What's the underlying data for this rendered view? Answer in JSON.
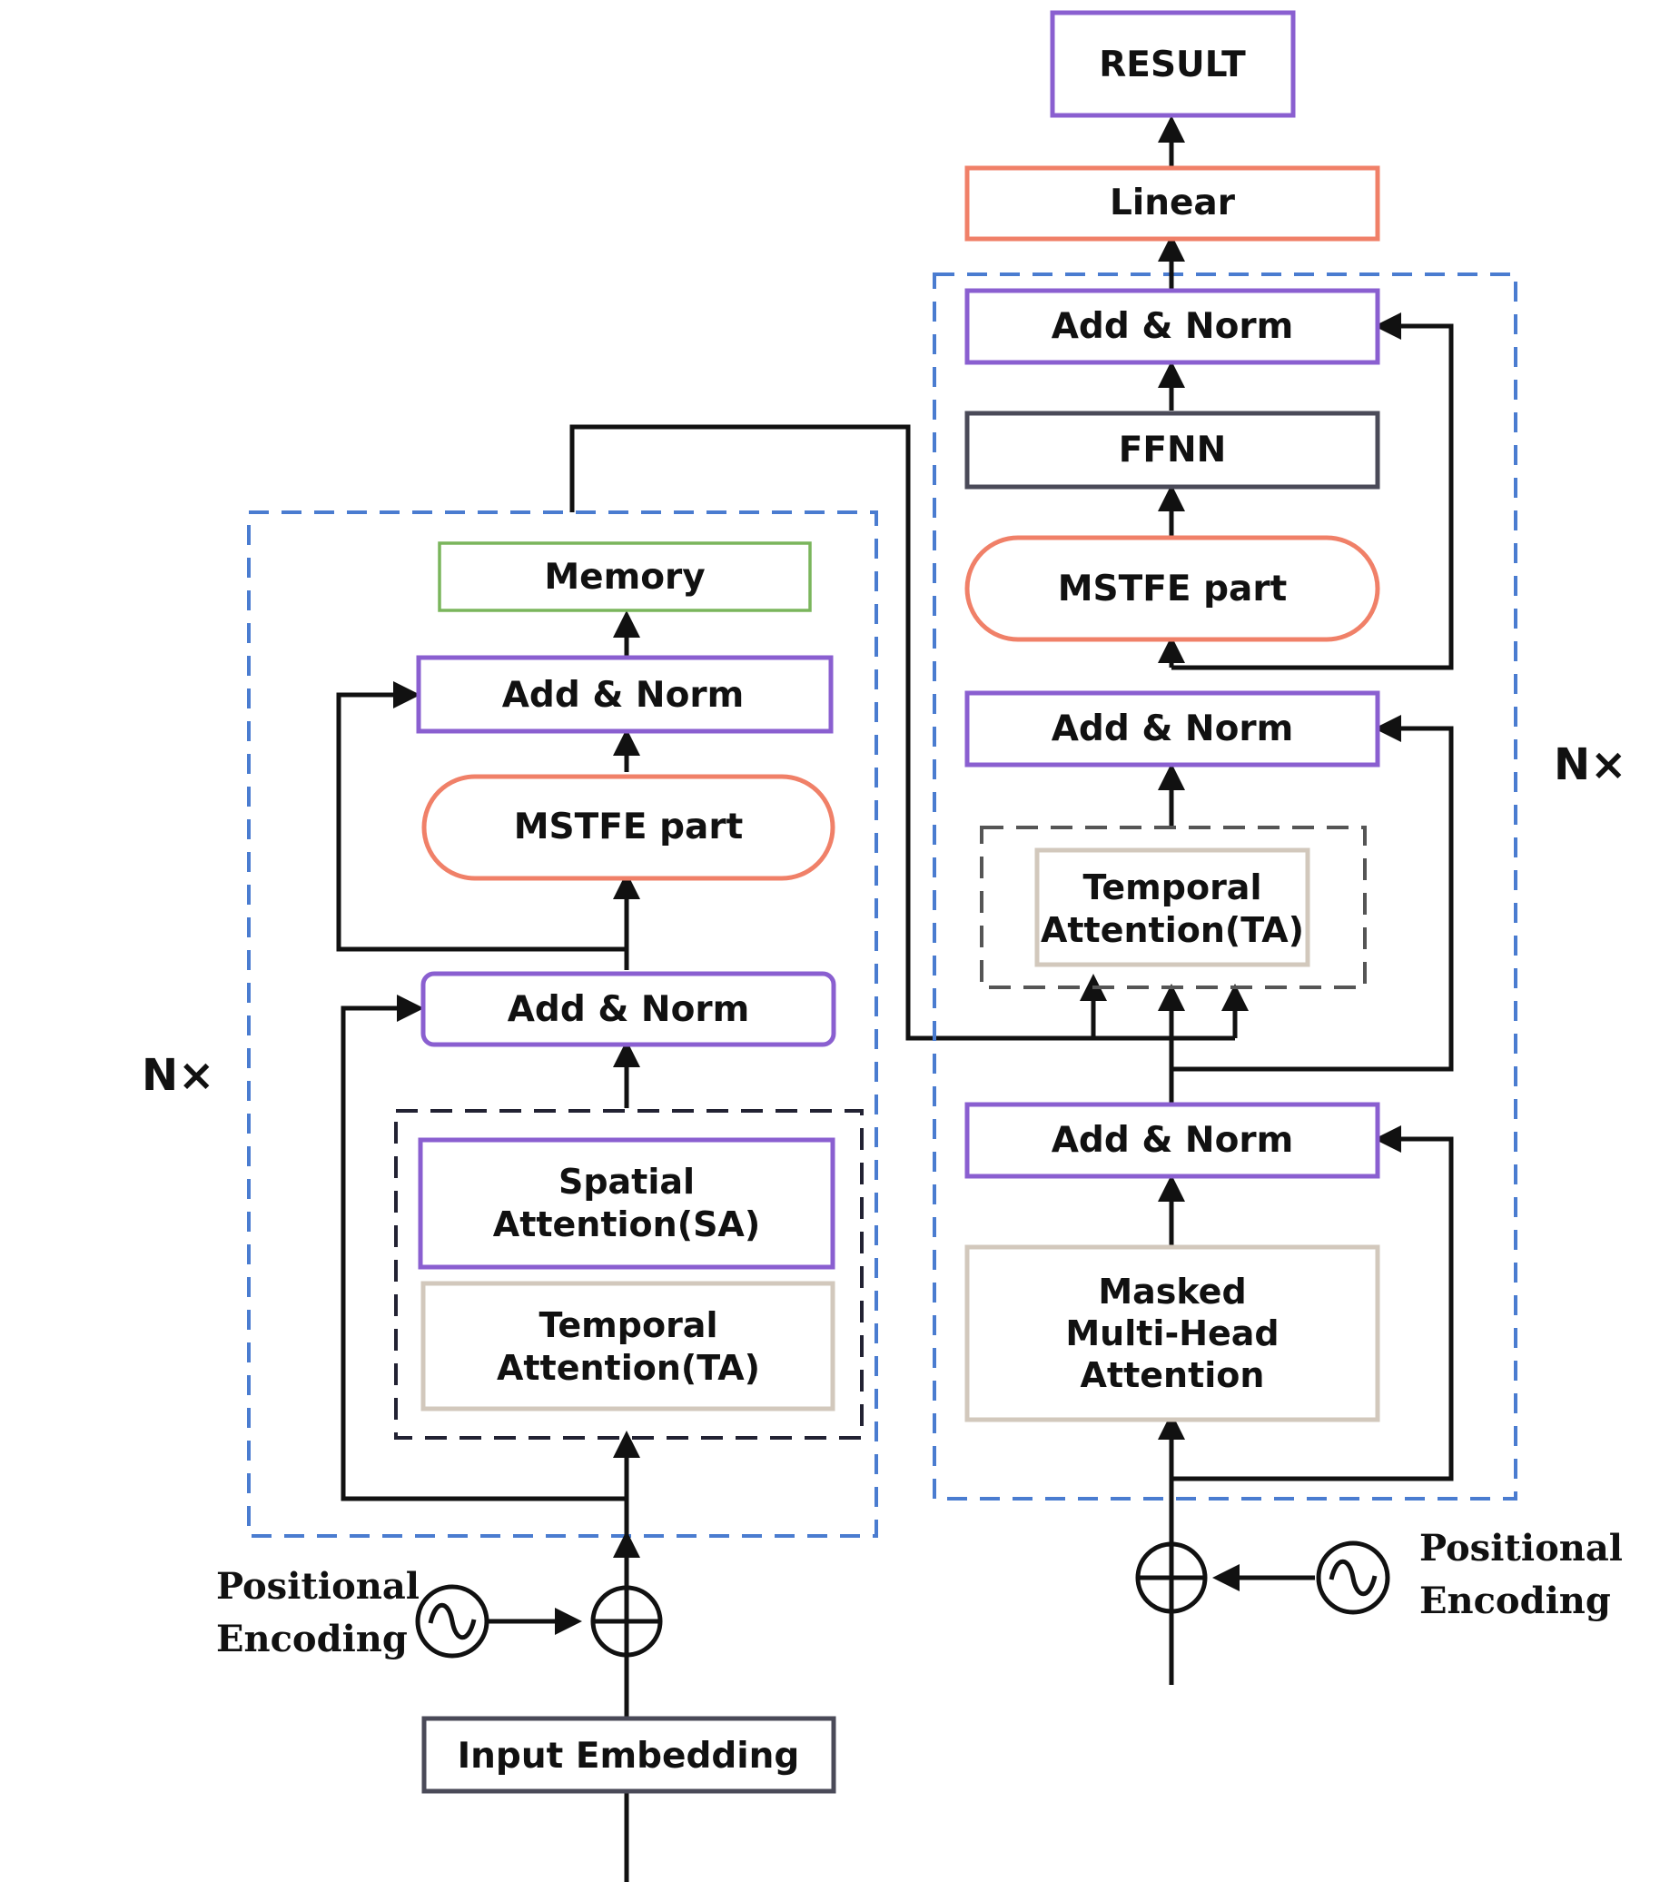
{
  "encoder": {
    "memory": "Memory",
    "add_norm_top": "Add & Norm",
    "mstfe": "MSTFE part",
    "add_norm_mid": "Add & Norm",
    "spatial_attention": [
      "Spatial",
      "Attention(SA)"
    ],
    "temporal_attention": [
      "Temporal",
      "Attention(TA)"
    ],
    "repeat": "N×",
    "positional_encoding": [
      "Positional",
      "Encoding"
    ],
    "input_embedding": "Input Embedding"
  },
  "decoder": {
    "result": "RESULT",
    "linear": "Linear",
    "add_norm_top": "Add & Norm",
    "ffnn": "FFNN",
    "mstfe": "MSTFE part",
    "add_norm_mid": "Add & Norm",
    "temporal_attention": [
      "Temporal",
      "Attention(TA)"
    ],
    "add_norm_bottom": "Add & Norm",
    "masked_attention": [
      "Masked",
      "Multi-Head",
      "Attention"
    ],
    "repeat": "N×",
    "positional_encoding": [
      "Positional",
      "Encoding"
    ]
  },
  "colors": {
    "add_norm_border": "#8a5fd0",
    "mstfe_border": "#f08068",
    "memory_border": "#7ab55c",
    "attention_border": "#d2c8bc",
    "block_dash": "#4a7cd0"
  },
  "icons": [
    "sine-wave-icon",
    "sum-circle-icon",
    "arrow-head-icon"
  ]
}
